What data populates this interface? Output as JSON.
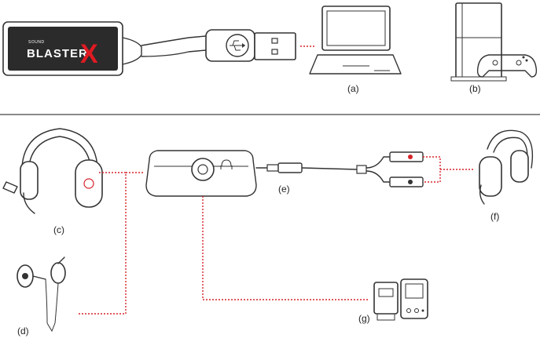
{
  "brand": {
    "small": "SOUND",
    "big": "BLASTER",
    "x": "X"
  },
  "labels": {
    "a": "(a)",
    "b": "(b)",
    "c": "(c)",
    "d": "(d)",
    "e": "(e)",
    "f": "(f)",
    "g": "(g)"
  },
  "colors": {
    "line": "#333333",
    "accent": "#d6232a",
    "brand_box": "#2b2b2b"
  }
}
